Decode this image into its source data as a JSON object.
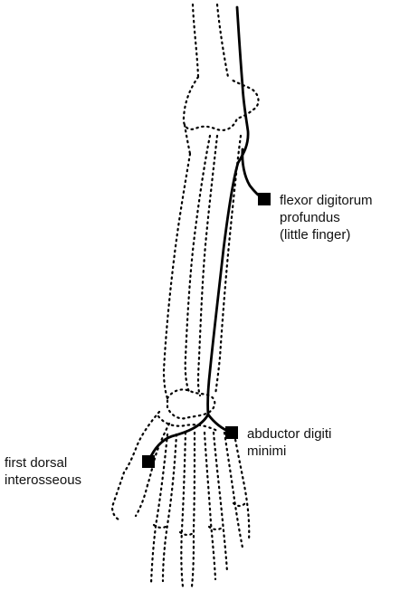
{
  "colors": {
    "background": "#ffffff",
    "nerve": "#000000",
    "outline": "#000000",
    "marker": "#000000",
    "text": "#111111"
  },
  "labels": {
    "flexor_digitorum_profundus": [
      "flexor digitorum",
      "profundus",
      "(little finger)"
    ],
    "abductor_digiti_minimi": [
      "abductor digiti",
      "minimi"
    ],
    "first_dorsal_interosseous": [
      "first dorsal",
      "interosseous"
    ]
  }
}
